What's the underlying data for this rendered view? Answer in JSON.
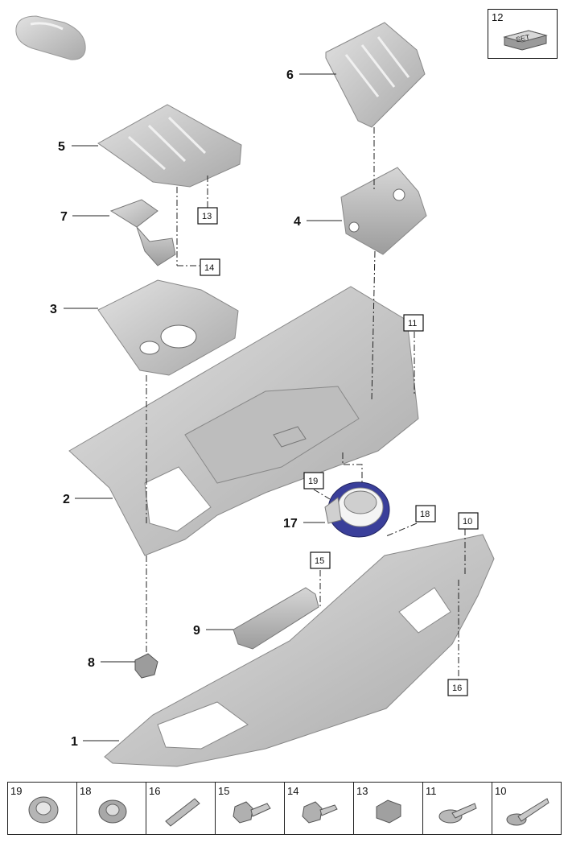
{
  "callouts": {
    "n1": "1",
    "n2": "2",
    "n3": "3",
    "n4": "4",
    "n5": "5",
    "n6": "6",
    "n7": "7",
    "n8": "8",
    "n9": "9",
    "n17": "17"
  },
  "boxed_callouts": {
    "b10": "10",
    "b11": "11",
    "b13": "13",
    "b14": "14",
    "b15": "15",
    "b16": "16",
    "b18": "18",
    "b19": "19"
  },
  "set_box": {
    "number": "12",
    "text": "SET"
  },
  "hardware_strip": [
    {
      "label": "19",
      "icon": "grommet-nut-icon"
    },
    {
      "label": "18",
      "icon": "clip-nut-icon"
    },
    {
      "label": "16",
      "icon": "stud-pin-icon"
    },
    {
      "label": "15",
      "icon": "hex-bolt-icon"
    },
    {
      "label": "14",
      "icon": "hex-bolt-icon"
    },
    {
      "label": "13",
      "icon": "cap-nut-icon"
    },
    {
      "label": "11",
      "icon": "flange-screw-icon"
    },
    {
      "label": "10",
      "icon": "long-bolt-icon"
    }
  ],
  "colors": {
    "part_fill": "#c9c9c9",
    "part_edge": "#8a8a8a",
    "fan_blue": "#3a3f9a"
  }
}
